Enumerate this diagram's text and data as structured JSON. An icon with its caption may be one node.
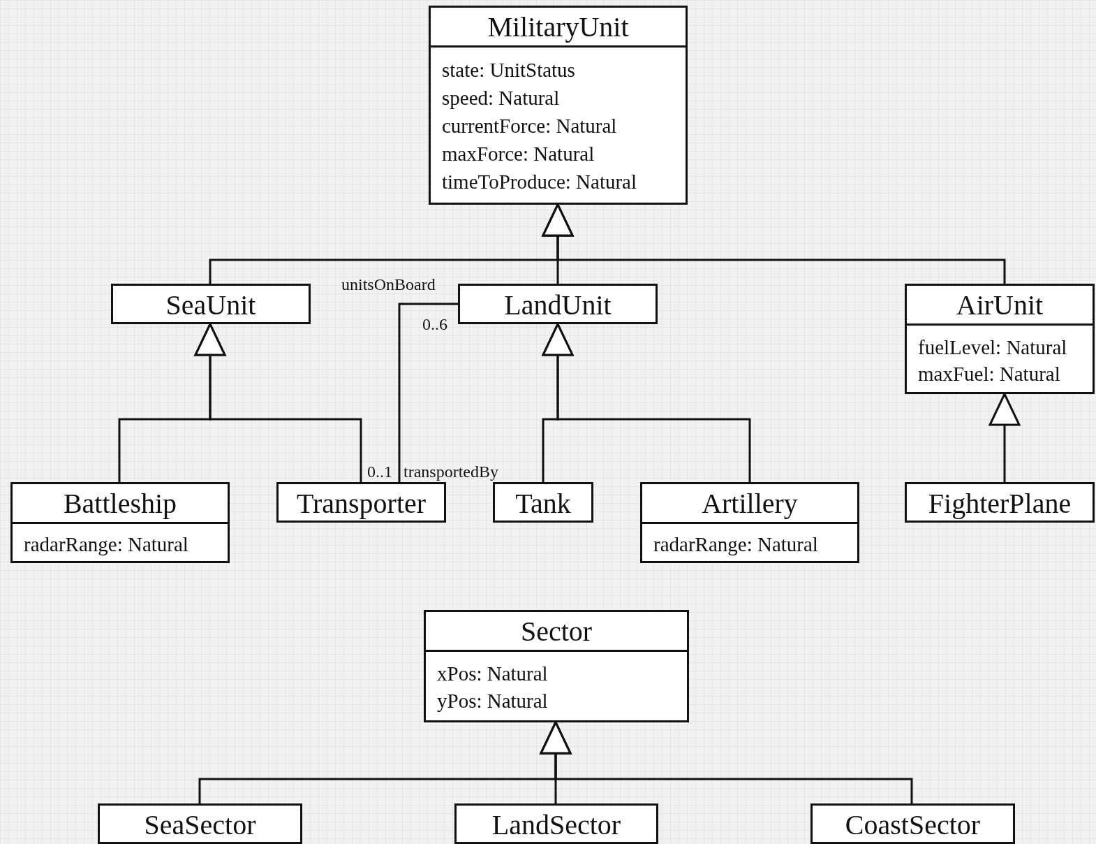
{
  "diagram": {
    "nodes": [
      {
        "text": [
          "MilitaryUnit",
          "state: UnitStatus",
          "speed: Natural",
          "currentForce: Natural",
          "maxForce: Natural",
          "timeToProduce: Natural"
        ]
      },
      {
        "text": [
          "SeaUnit"
        ]
      },
      {
        "text": [
          "LandUnit"
        ]
      },
      {
        "text": [
          "AirUnit",
          "fuelLevel: Natural",
          "maxFuel: Natural"
        ]
      },
      {
        "text": [
          "Battleship",
          "radarRange: Natural"
        ]
      },
      {
        "text": [
          "Transporter"
        ]
      },
      {
        "text": [
          "Tank"
        ]
      },
      {
        "text": [
          "Artillery",
          "radarRange: Natural"
        ]
      },
      {
        "text": [
          "FighterPlane"
        ]
      },
      {
        "text": [
          "Sector",
          "xPos: Natural",
          "yPos: Natural"
        ]
      },
      {
        "text": [
          "SeaSector"
        ]
      },
      {
        "text": [
          "LandSector"
        ]
      },
      {
        "text": [
          "CoastSector"
        ]
      }
    ],
    "edges": [
      {
        "from": 1,
        "to": 0,
        "arrow": "to"
      },
      {
        "from": 2,
        "to": 0,
        "arrow": "to"
      },
      {
        "from": 3,
        "to": 0,
        "arrow": "to"
      },
      {
        "from": 4,
        "to": 1,
        "arrow": "to"
      },
      {
        "from": 5,
        "to": 1,
        "arrow": "to"
      },
      {
        "from": 6,
        "to": 2,
        "arrow": "to"
      },
      {
        "from": 7,
        "to": 2,
        "arrow": "to"
      },
      {
        "from": 8,
        "to": 3,
        "arrow": "to"
      },
      {
        "from": 10,
        "to": 9,
        "arrow": "to"
      },
      {
        "from": 11,
        "to": 9,
        "arrow": "to"
      },
      {
        "from": 12,
        "to": 9,
        "arrow": "to"
      },
      {
        "from": 5,
        "to": 2,
        "arrow": "none"
      }
    ],
    "labels": [
      "unitsOnBoard",
      "0..6",
      "0..1",
      "transportedBy"
    ]
  }
}
